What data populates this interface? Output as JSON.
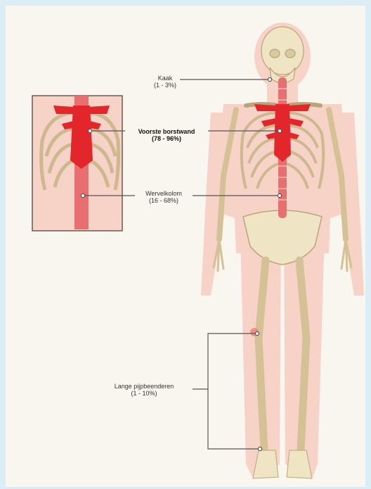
{
  "colors": {
    "background": "#dcedf5",
    "panel": "#f8f6ee",
    "body_silhouette": "#f6d3c6",
    "bone": "#efe4c3",
    "bone_outline": "#b9a578",
    "affected": "#e2262b",
    "spine_affected": "#e86f70",
    "leader_line": "#555555"
  },
  "labels": {
    "jaw": {
      "name": "Kaak",
      "range": "(1 - 3%)"
    },
    "chest_wall": {
      "name": "Voorste borstwand",
      "range": "(78 - 96%)"
    },
    "spine": {
      "name": "Wervelkolom",
      "range": "(16 - 68%)"
    },
    "long_bones": {
      "name": "Lange pijpbeenderen",
      "range": "(1 - 10%)"
    }
  }
}
